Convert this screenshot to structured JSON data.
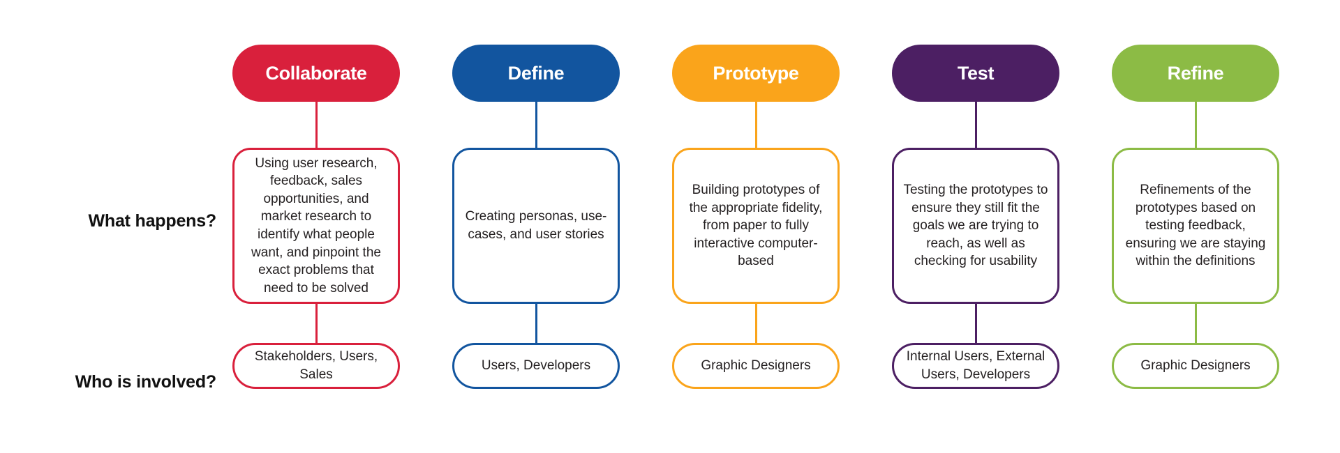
{
  "diagram": {
    "row_labels": {
      "what_happens": "What happens?",
      "who_is_involved": "Who is involved?"
    },
    "columns": [
      {
        "title": "Collaborate",
        "color": "#d9203c",
        "what_happens": "Using user research, feedback, sales opportunities, and market research to identify what people want, and pinpoint the exact problems that need to be solved",
        "who_is_involved": "Stakeholders, Users, Sales"
      },
      {
        "title": "Define",
        "color": "#12559f",
        "what_happens": "Creating personas, use-cases, and user stories",
        "who_is_involved": "Users, Developers"
      },
      {
        "title": "Prototype",
        "color": "#faa41b",
        "what_happens": "Building prototypes of the appropriate fidelity, from paper to fully interactive computer-based",
        "who_is_involved": "Graphic Designers"
      },
      {
        "title": "Test",
        "color": "#4c1f63",
        "what_happens": "Testing the prototypes to ensure they still fit the goals we are trying to reach, as well as checking for usability",
        "who_is_involved": "Internal Users, External Users, Developers"
      },
      {
        "title": "Refine",
        "color": "#8cbb45",
        "what_happens": "Refinements of the prototypes based on testing feedback, ensuring we are staying within the definitions",
        "who_is_involved": "Graphic Designers"
      }
    ]
  }
}
